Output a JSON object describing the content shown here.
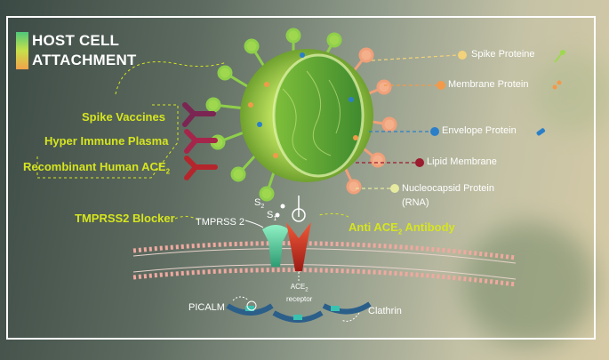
{
  "title": {
    "line1": "HOST CELL",
    "line2": "ATTACHMENT"
  },
  "therapies": {
    "spike_vaccines": "Spike Vaccines",
    "hyper_immune_plasma": "Hyper Immune Plasma",
    "recombinant_ace2": "Recombinant Human ACE",
    "recombinant_ace2_sub": "2",
    "tmprss2_blocker": "TMPRSS2 Blocker",
    "anti_ace2": "Anti ACE",
    "anti_ace2_sub": "2",
    "anti_ace2_tail": " Antibody"
  },
  "legend": {
    "spike": "Spike Proteine",
    "membrane": "Membrane Protein",
    "envelope": "Envelope Protein",
    "lipid": "Lipid Membrane",
    "nucleocapsid_1": "Nucleocapsid Protein",
    "nucleocapsid_2": "(RNA)"
  },
  "labels": {
    "s2": "S",
    "s2_sub": "2",
    "s1": "S",
    "s1_sub": "1",
    "tmprss2": "TMPRSS 2",
    "ace2_1": "ACE",
    "ace2_sub": "2",
    "ace2_2": "receptor",
    "picalm": "PICALM",
    "clathrin": "Clathrin"
  },
  "colors": {
    "therapy_text": "#d6e51f",
    "spike_dot": "#f2d27a",
    "membrane_dot": "#f29a4a",
    "envelope_dot": "#2b7fc9",
    "lipid_dot": "#9b1b2f",
    "nucleocapsid_dot": "#e6eaa0",
    "antibody_purple": "#7b2552",
    "antibody_red": "#b5262c",
    "tmprss2_green": "#5fd4a4",
    "ace2_red": "#c92a1e"
  }
}
